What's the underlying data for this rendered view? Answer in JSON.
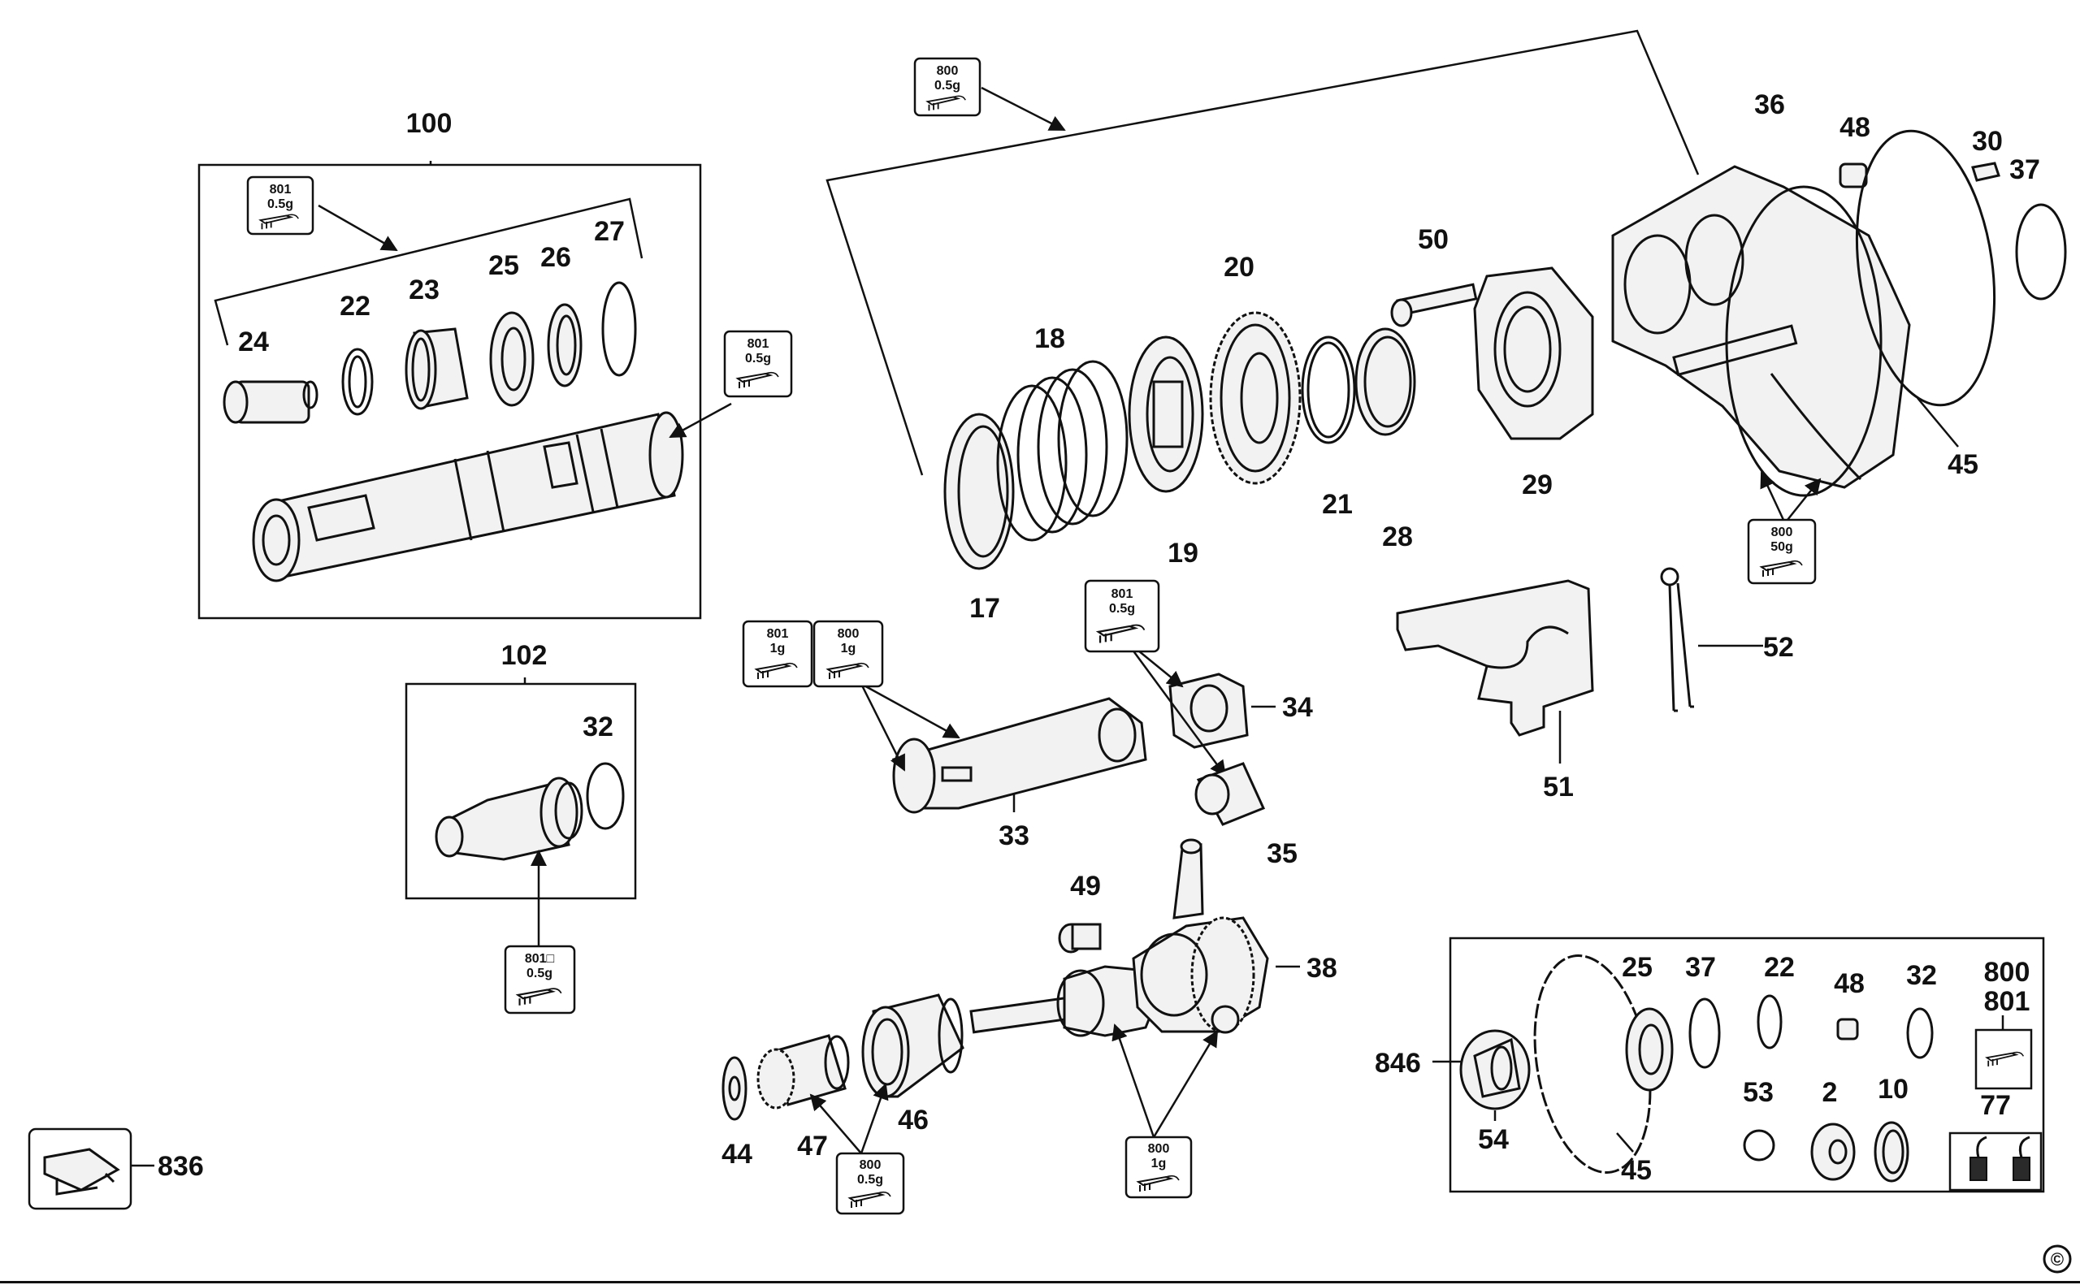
{
  "diagram": {
    "part_labels": [
      {
        "key": "p100",
        "text": "100"
      },
      {
        "key": "p102",
        "text": "102"
      },
      {
        "key": "p24",
        "text": "24"
      },
      {
        "key": "p22a",
        "text": "22"
      },
      {
        "key": "p23",
        "text": "23"
      },
      {
        "key": "p25a",
        "text": "25"
      },
      {
        "key": "p26",
        "text": "26"
      },
      {
        "key": "p27",
        "text": "27"
      },
      {
        "key": "p32a",
        "text": "32"
      },
      {
        "key": "p17",
        "text": "17"
      },
      {
        "key": "p18",
        "text": "18"
      },
      {
        "key": "p19",
        "text": "19"
      },
      {
        "key": "p20",
        "text": "20"
      },
      {
        "key": "p21",
        "text": "21"
      },
      {
        "key": "p28",
        "text": "28"
      },
      {
        "key": "p50",
        "text": "50"
      },
      {
        "key": "p29",
        "text": "29"
      },
      {
        "key": "p36",
        "text": "36"
      },
      {
        "key": "p48a",
        "text": "48"
      },
      {
        "key": "p30",
        "text": "30"
      },
      {
        "key": "p37a",
        "text": "37"
      },
      {
        "key": "p45a",
        "text": "45"
      },
      {
        "key": "p52",
        "text": "52"
      },
      {
        "key": "p51",
        "text": "51"
      },
      {
        "key": "p34",
        "text": "34"
      },
      {
        "key": "p35",
        "text": "35"
      },
      {
        "key": "p33",
        "text": "33"
      },
      {
        "key": "p49",
        "text": "49"
      },
      {
        "key": "p38",
        "text": "38"
      },
      {
        "key": "p44",
        "text": "44"
      },
      {
        "key": "p47",
        "text": "47"
      },
      {
        "key": "p46",
        "text": "46"
      },
      {
        "key": "p836",
        "text": "836"
      },
      {
        "key": "p846",
        "text": "846"
      },
      {
        "key": "p54",
        "text": "54"
      },
      {
        "key": "p45b",
        "text": "45"
      },
      {
        "key": "p25b",
        "text": "25"
      },
      {
        "key": "p37b",
        "text": "37"
      },
      {
        "key": "p22b",
        "text": "22"
      },
      {
        "key": "p48b",
        "text": "48"
      },
      {
        "key": "p32b",
        "text": "32"
      },
      {
        "key": "p800b",
        "text": "800"
      },
      {
        "key": "p801b",
        "text": "801"
      },
      {
        "key": "p53",
        "text": "53"
      },
      {
        "key": "p2",
        "text": "2"
      },
      {
        "key": "p10",
        "text": "10"
      },
      {
        "key": "p77",
        "text": "77"
      }
    ],
    "lube_badges": [
      {
        "key": "l_top",
        "code": "800",
        "amount": "0.5g"
      },
      {
        "key": "l_100",
        "code": "801",
        "amount": "0.5g"
      },
      {
        "key": "l_spindle",
        "code": "801",
        "amount": "0.5g"
      },
      {
        "key": "l_102",
        "code": "801□",
        "amount": "0.5g"
      },
      {
        "key": "l_33a",
        "code": "801",
        "amount": "1g"
      },
      {
        "key": "l_33b",
        "code": "800",
        "amount": "1g"
      },
      {
        "key": "l_34",
        "code": "801",
        "amount": "0.5g"
      },
      {
        "key": "l_45",
        "code": "800",
        "amount": "50g"
      },
      {
        "key": "l_47",
        "code": "800",
        "amount": "0.5g"
      },
      {
        "key": "l_38",
        "code": "800",
        "amount": "1g"
      }
    ],
    "copyright_symbol": "©"
  }
}
